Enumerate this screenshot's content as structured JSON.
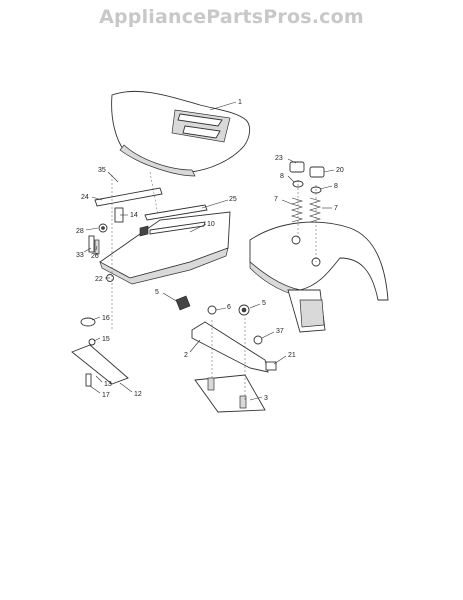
{
  "watermark": "AppliancePartsPros.com",
  "callouts": [
    "1",
    "35",
    "24",
    "25",
    "14",
    "28",
    "33",
    "26",
    "10",
    "22",
    "5",
    "6",
    "5",
    "16",
    "15",
    "13",
    "17",
    "12",
    "2",
    "37",
    "21",
    "3",
    "23",
    "20",
    "8",
    "8",
    "7",
    "7"
  ]
}
